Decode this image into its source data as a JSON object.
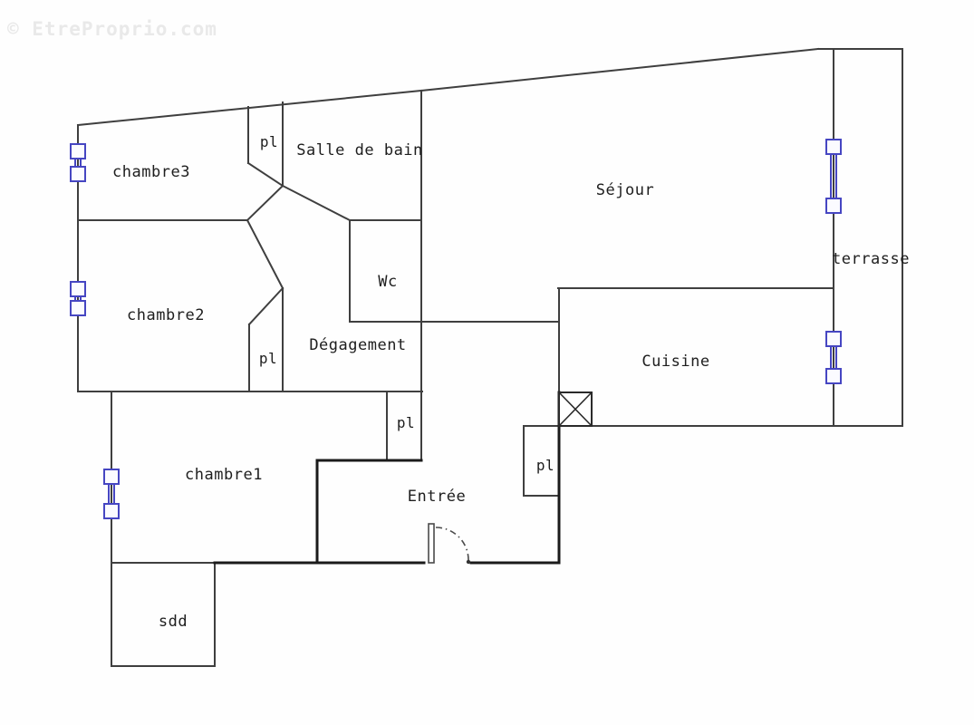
{
  "watermark": {
    "text": "© EtreProprio.com"
  },
  "plan": {
    "rooms": {
      "chambre3": "chambre3",
      "chambre2": "chambre2",
      "chambre1": "chambre1",
      "salle_de_bain": "Salle de bain",
      "wc": "Wc",
      "degagement": "Dégagement",
      "sejour": "Séjour",
      "cuisine": "Cuisine",
      "terrasse": "terrasse",
      "entree": "Entrée",
      "sdd": "sdd"
    },
    "closet_label": "pl",
    "closet_count": 4,
    "window_count": 5
  },
  "colors": {
    "wall": "#3f3f3f",
    "wall_heavy": "#1b1b1b",
    "window_stroke": "#4646c2",
    "window_fill": "#fbfbff",
    "door": "#4a4a4a",
    "label": "#1e1e1e",
    "watermark": "#e9e9e9",
    "bg": "#fefefe"
  }
}
